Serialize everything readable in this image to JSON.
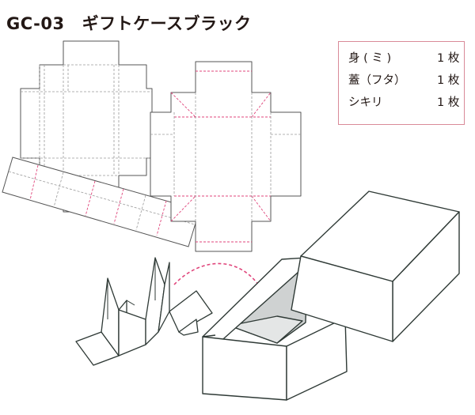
{
  "title": {
    "code": "GC-03",
    "name": "ギフトケースブラック"
  },
  "parts": [
    {
      "name": "身 ( ミ )",
      "qty": "1 枚"
    },
    {
      "name": "蓋（フタ）",
      "qty": "1 枚"
    },
    {
      "name": "シキリ",
      "qty": "1 枚"
    }
  ],
  "colors": {
    "text": "#231815",
    "outline": "#555555",
    "fold_line": "#9a9a9a",
    "cut_line": "#e0457b",
    "box_edge": "#2f3a36",
    "box_inner": "#dadcdc",
    "frame": "#d98a98"
  }
}
